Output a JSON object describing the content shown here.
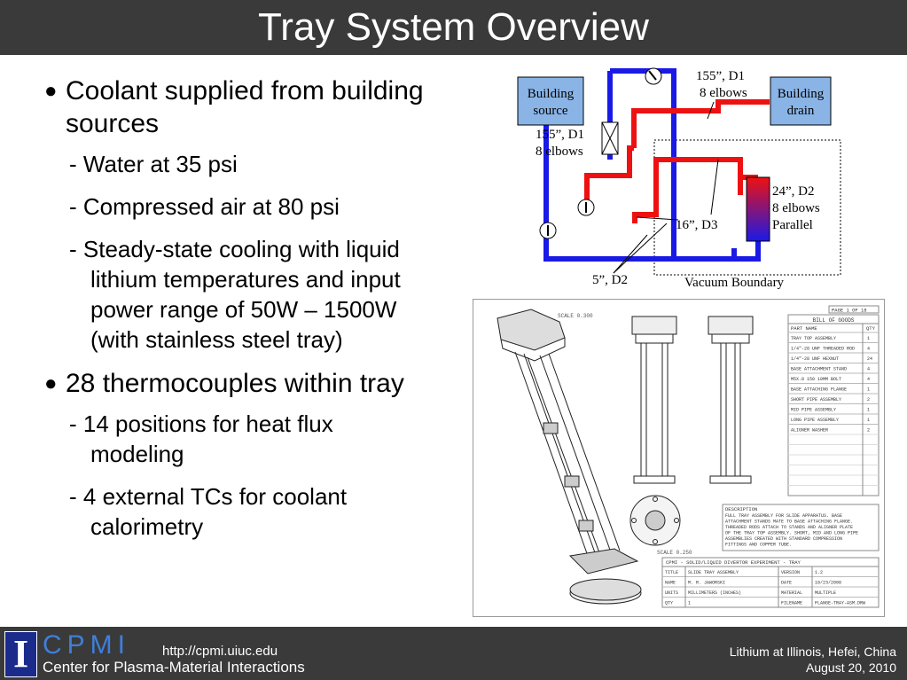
{
  "slide": {
    "title": "Tray System Overview",
    "bullets": [
      {
        "text": "Coolant supplied from building sources",
        "subs": [
          "- Water at 35 psi",
          "- Compressed air at 80 psi",
          "- Steady-state cooling with liquid lithium temperatures and input power range of 50W – 1500W (with stainless steel tray)"
        ]
      },
      {
        "text": "28 thermocouples within tray",
        "subs": [
          "- 14 positions for heat flux modeling",
          "- 4 external TCs for coolant calorimetry"
        ]
      }
    ]
  },
  "diagram": {
    "source_l1": "Building",
    "source_l2": "source",
    "drain_l1": "Building",
    "drain_l2": "drain",
    "top_l1": "155”, D1",
    "top_l2": "8 elbows",
    "left_l1": "155”, D1",
    "left_l2": "8 elbows",
    "right_l1": "24”, D2",
    "right_l2": "8 elbows",
    "right_l3": "Parallel",
    "mid": "16”, D3",
    "bottom": "5”, D2",
    "boundary": "Vacuum Boundary",
    "colors": {
      "cold": "#1a1ae6",
      "hot": "#ee1111",
      "box": "#8ab4e6"
    }
  },
  "drawing": {
    "scale_top": "SCALE  0.300",
    "scale_mid": "SCALE  0.250",
    "page_label": "PAGE 1  OF 18",
    "bom_title": "BILL OF GOODS",
    "bom_header": [
      "PART NAME",
      "QTY"
    ],
    "bom_rows": [
      [
        "TRAY TOP ASSEMBLY",
        "1"
      ],
      [
        "1/4\"-28 UNF THREADED ROD",
        "4"
      ],
      [
        "1/4\"-28 UNF HEXNUT",
        "24"
      ],
      [
        "BASE ATTACHMENT STAND",
        "4"
      ],
      [
        "M5X.8 150 10MM BOLT",
        "4"
      ],
      [
        "BASE ATTACHING FLANGE",
        "1"
      ],
      [
        "SHORT PIPE ASSEMBLY",
        "2"
      ],
      [
        "MID PIPE ASSEMBLY",
        "1"
      ],
      [
        "LONG PIPE ASSEMBLY",
        "1"
      ],
      [
        "ALIGNER WASHER",
        "2"
      ]
    ],
    "desc_title": "DESCRIPTION",
    "desc_lines": [
      "FULL TRAY ASSEMBLY FOR SLIDE APPARATUS. BASE",
      "ATTACHMENT STANDS MATE TO BASE ATTACHING FLANGE.",
      "THREADED RODS ATTACH TO STANDS AND ALIGNER PLATE",
      "OF THE TRAY TOP ASSEMBLY. SHORT, MID AND LONG PIPE",
      "ASSEMBLIES CREATED WITH STANDARD COMPRESSION",
      "FITTINGS AND COPPER TUBE."
    ],
    "tb_header": "CPMI - SOLID/LIQUID DIVERTOR EXPERIMENT - TRAY",
    "tb_rows": [
      [
        "TITLE",
        "SLIDE TRAY ASSEMBLY",
        "VERSION",
        "1.2"
      ],
      [
        "NAME",
        "M. R. JAWORSKI",
        "DATE",
        "10/23/2008"
      ],
      [
        "UNITS",
        "MILLIMETERS (INCHES)",
        "MATERIAL",
        "MULTIPLE"
      ],
      [
        "QTY",
        "1",
        "FILENAME",
        "FLANGE-TRAY-ASM.DRW"
      ]
    ]
  },
  "footer": {
    "logo_letter": "I",
    "org_short": "CPMI",
    "org_full": "Center for Plasma-Material Interactions",
    "url": "http://cpmi.uiuc.edu",
    "event": "Lithium at Illinois, Hefei, China",
    "date": "August 20, 2010"
  }
}
